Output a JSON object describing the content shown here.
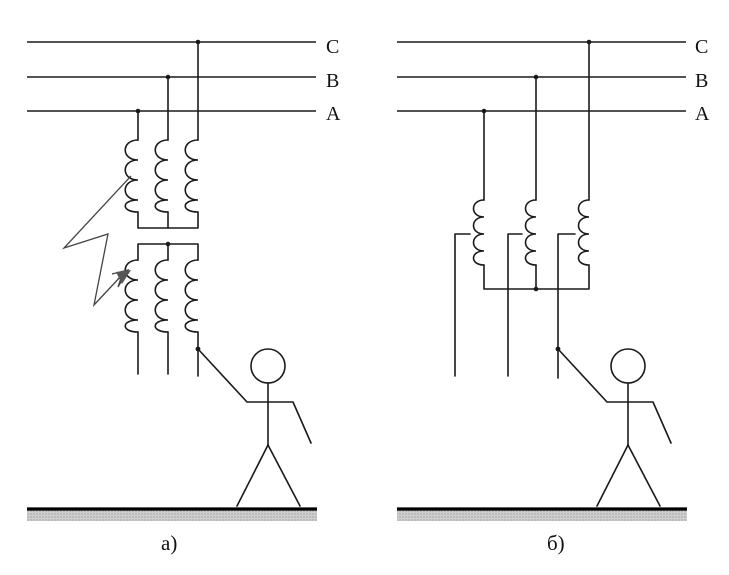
{
  "figure": {
    "phase_labels": [
      "C",
      "B",
      "A"
    ],
    "captions": [
      "а)",
      "б)"
    ]
  }
}
